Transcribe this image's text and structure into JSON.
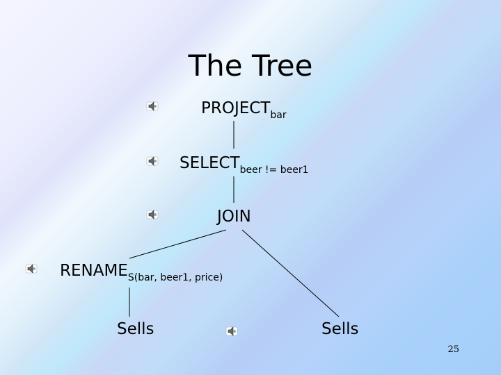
{
  "slide": {
    "title": "The Tree",
    "page_number": "25"
  },
  "tree": {
    "project": {
      "label": "PROJECT",
      "subscript": "bar"
    },
    "select": {
      "label": "SELECT",
      "subscript": "beer != beer1"
    },
    "join": {
      "label": "JOIN"
    },
    "rename": {
      "label": "RENAME",
      "subscript": "S(bar, beer1, price)"
    },
    "sells_left": {
      "label": "Sells"
    },
    "sells_right": {
      "label": "Sells"
    }
  },
  "icons": {
    "bullet": "speaker-icon"
  }
}
